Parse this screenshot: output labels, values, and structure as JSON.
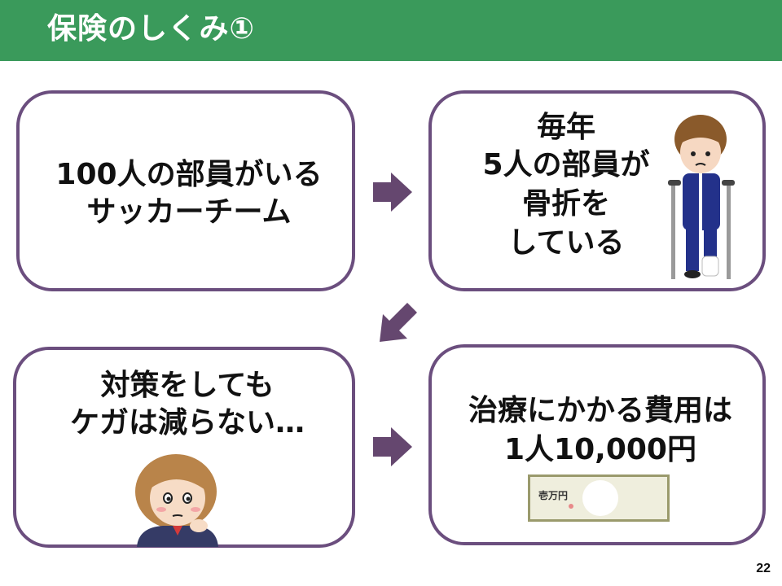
{
  "header": {
    "title": "保険のしくみ①",
    "color": "#3a9a5b"
  },
  "boxes": {
    "box1": {
      "lines": [
        "100人の部員がいる",
        "サッカーチーム"
      ]
    },
    "box2": {
      "lines": [
        "毎年",
        "5人の部員が",
        "骨折を",
        "している"
      ]
    },
    "box3": {
      "lines": [
        "対策をしても",
        "ケガは減らない…"
      ]
    },
    "box4": {
      "lines": [
        "治療にかかる費用は",
        "1人10,000円"
      ],
      "bill_text": "壱万円"
    }
  },
  "page_number": "22",
  "colors": {
    "border": "#6b4e7e",
    "arrow": "#65476f"
  }
}
